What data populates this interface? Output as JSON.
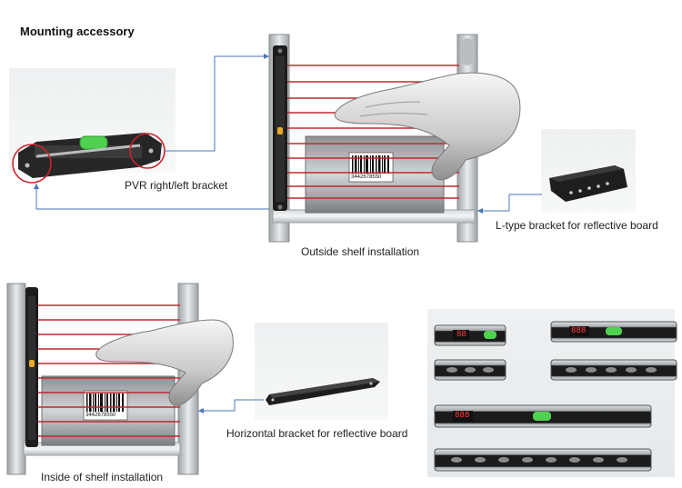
{
  "title": "Mounting accessory",
  "labels": {
    "pvr_bracket": "PVR right/left bracket",
    "outside_install": "Outside shelf installation",
    "l_bracket": "L-type bracket for reflective board",
    "horizontal_bracket": "Horizontal bracket for reflective board",
    "inside_install": "Inside of shelf installation"
  },
  "barcode_number": "3442678550",
  "display_readout": "88",
  "display_readout_long": "888",
  "colors": {
    "beam": "#c0282f",
    "leader": "#4a76b8",
    "callout_circle": "#d0222a",
    "indicator": "#4fd14f",
    "sensor_body": "#1c1c1c"
  },
  "icons": [
    "pvr-bracket-icon",
    "l-bracket-icon",
    "horizontal-bracket-icon",
    "hand-icon",
    "box-icon",
    "light-curtain-icon"
  ]
}
